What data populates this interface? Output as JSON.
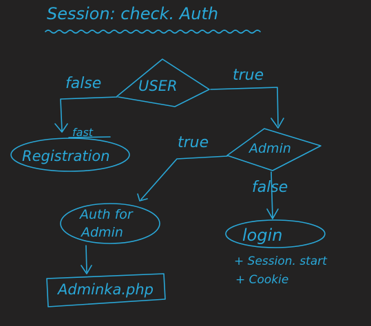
{
  "title": "Session: check. Auth",
  "colors": {
    "background": "#232222",
    "ink": "#2aa8d8"
  },
  "nodes": {
    "user": "USER",
    "registration": "Registration",
    "admin": "Admin",
    "auth_for_admin_line1": "Auth for",
    "auth_for_admin_line2": "Admin",
    "login": "login",
    "adminka": "Adminka.php"
  },
  "edges": {
    "user_false": "false",
    "user_true": "true",
    "fast": "fast",
    "admin_true": "true",
    "admin_false": "false"
  },
  "notes": {
    "session_start": "+ Session. start",
    "cookie": "+ Cookie"
  }
}
